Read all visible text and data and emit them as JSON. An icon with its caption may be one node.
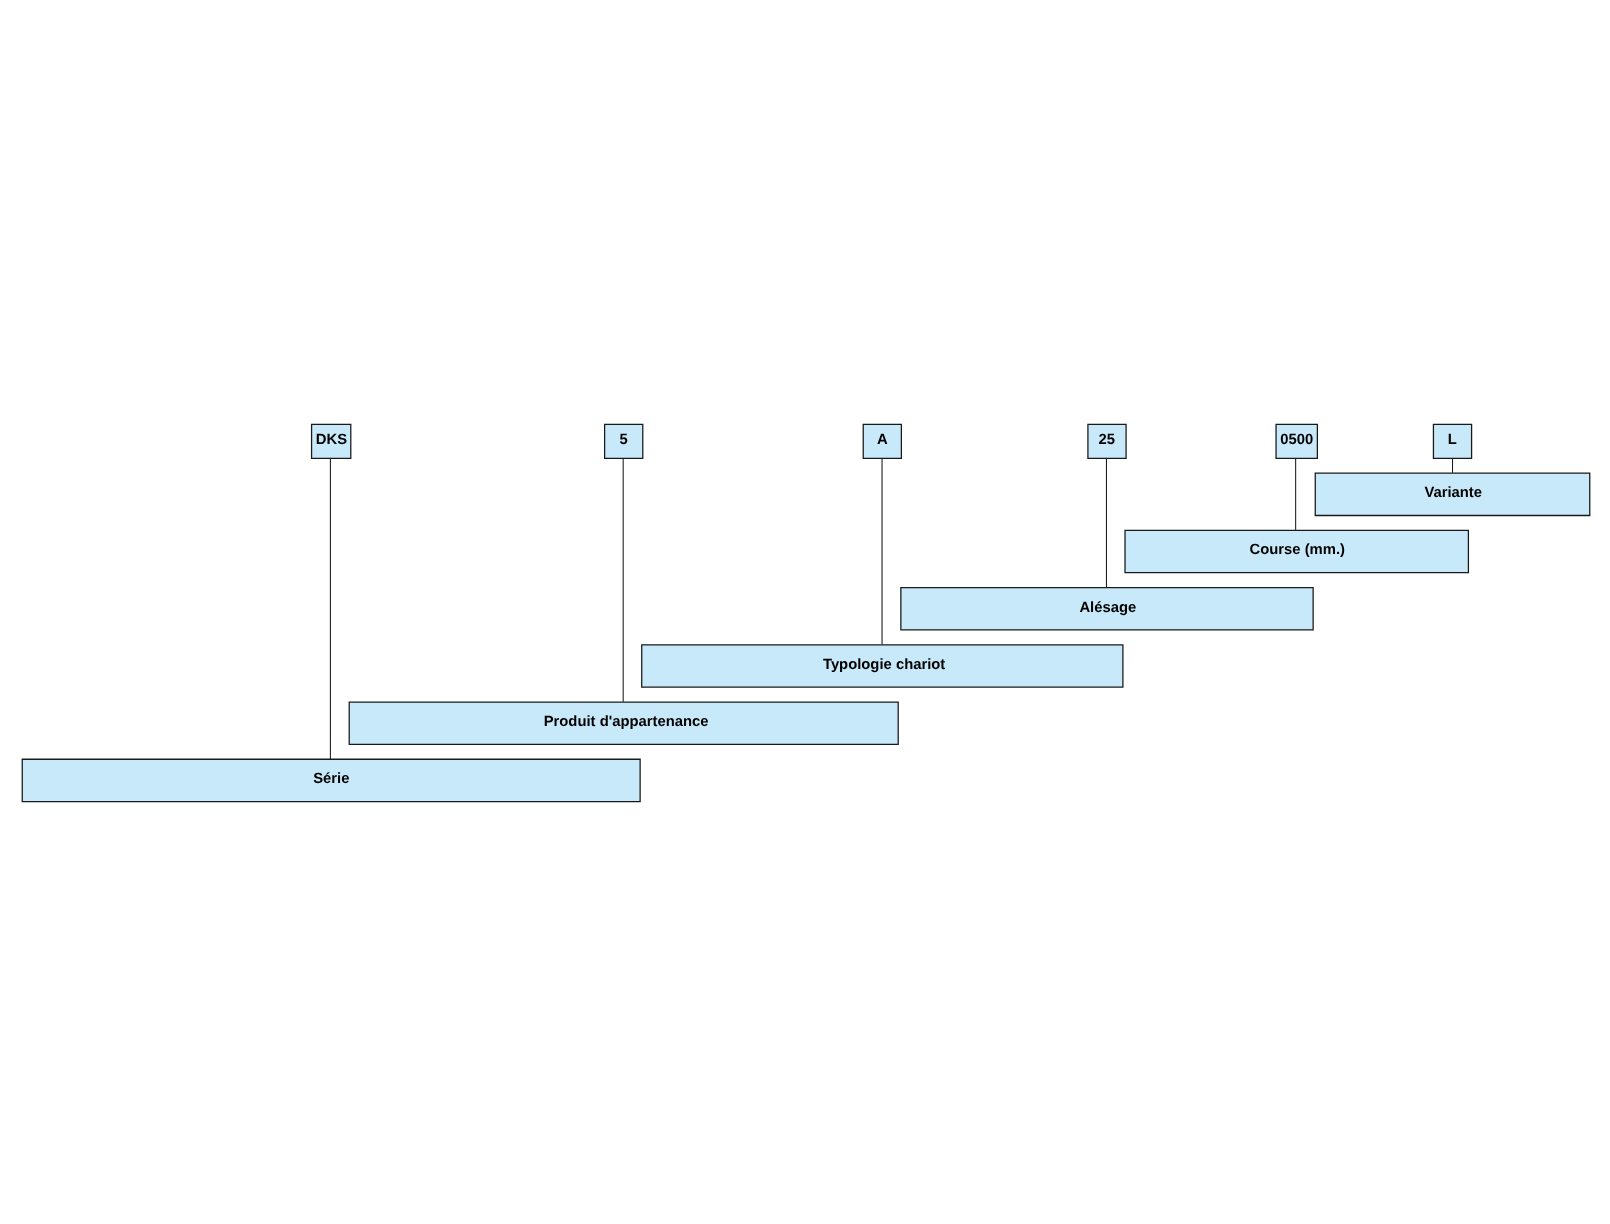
{
  "diagram": {
    "nodes": [
      {
        "text": [
          "DKS"
        ]
      },
      {
        "text": [
          "5"
        ]
      },
      {
        "text": [
          "A"
        ]
      },
      {
        "text": [
          "25"
        ]
      },
      {
        "text": [
          "0500"
        ]
      },
      {
        "text": [
          "L"
        ]
      },
      {
        "text": [
          "Variante"
        ]
      },
      {
        "text": [
          "Course (mm.)"
        ]
      },
      {
        "text": [
          "Alésage"
        ]
      },
      {
        "text": [
          "Typologie chariot"
        ]
      },
      {
        "text": [
          "Produit d'appartenance"
        ]
      },
      {
        "text": [
          "Série"
        ]
      }
    ],
    "edges": [
      {
        "from": 0,
        "to": 11,
        "arrow": "none"
      },
      {
        "from": 1,
        "to": 10,
        "arrow": "none"
      },
      {
        "from": 2,
        "to": 9,
        "arrow": "none"
      },
      {
        "from": 3,
        "to": 8,
        "arrow": "none"
      },
      {
        "from": 4,
        "to": 7,
        "arrow": "none"
      },
      {
        "from": 5,
        "to": 6,
        "arrow": "none"
      }
    ]
  }
}
